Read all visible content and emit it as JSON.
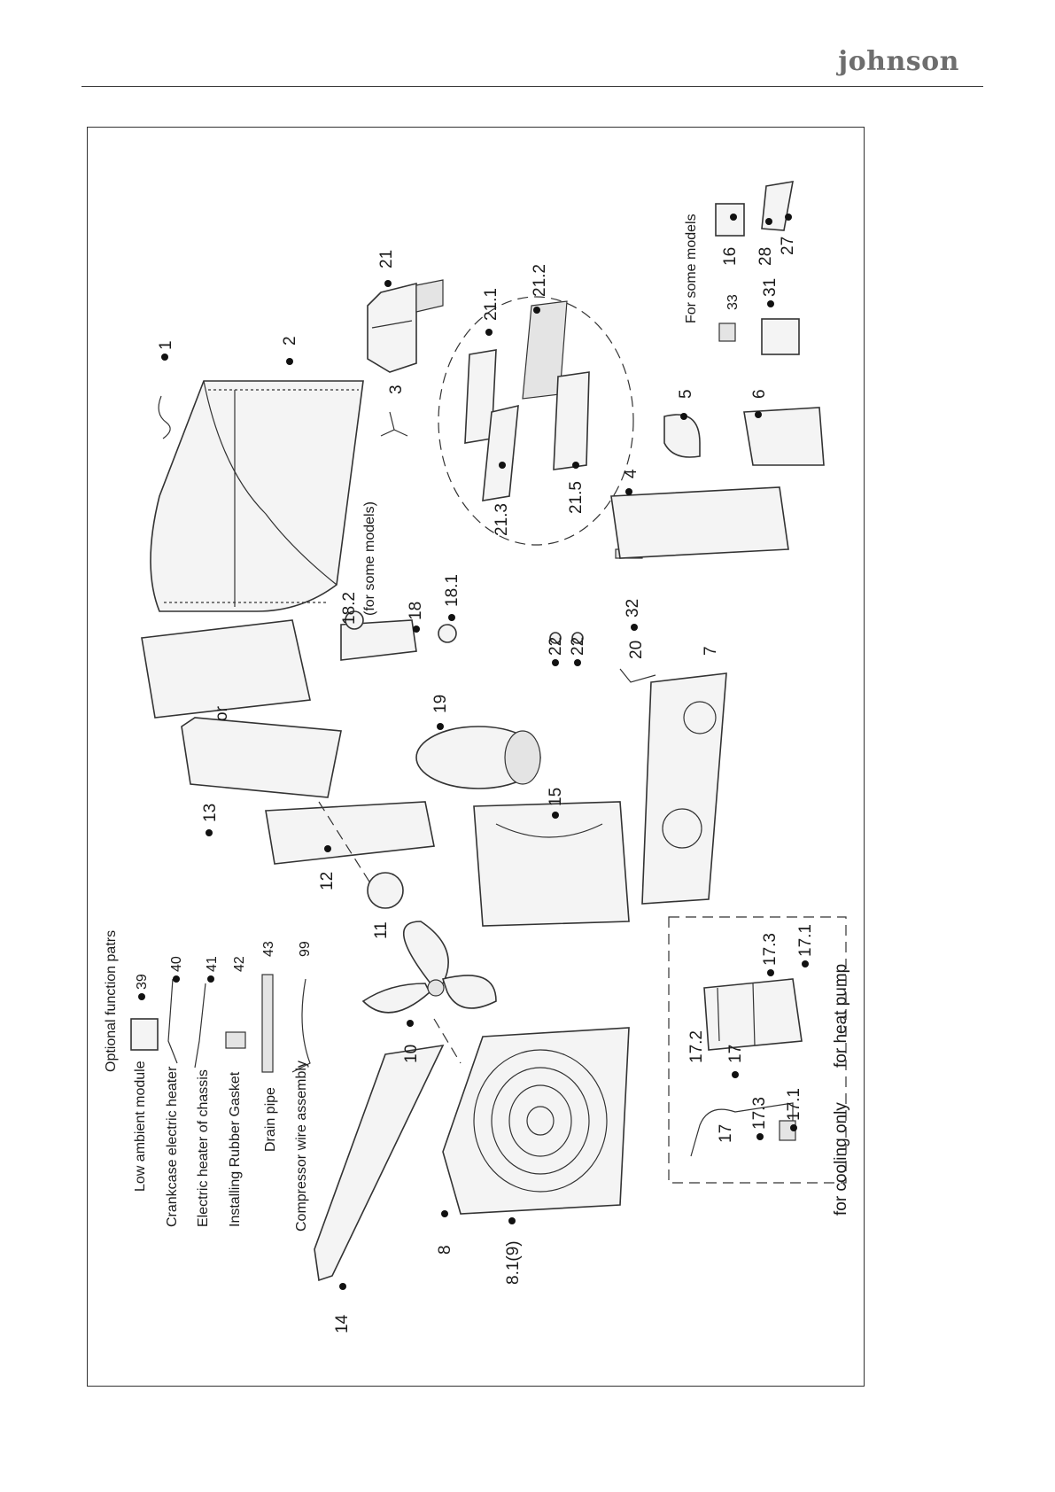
{
  "header": {
    "brand": "johnson"
  },
  "labels": {
    "p1": "1",
    "p2": "2",
    "p3": "3",
    "p4": "4",
    "p5": "5",
    "p6": "6",
    "p7": "7",
    "p8": "8",
    "p8_1": "8.1(9)",
    "p10": "10",
    "p11": "11",
    "p12": "12",
    "p13": "13",
    "p14": "14",
    "p15": "15",
    "p16": "16",
    "p17a": "17",
    "p17b": "17",
    "p17_1a": "17.1",
    "p17_1b": "17.1",
    "p17_2": "17.2",
    "p17_3a": "17.3",
    "p17_3b": "17.3",
    "p18": "18",
    "p18_1": "18.1",
    "p18_2": "18.2",
    "p19": "19",
    "p20": "20",
    "p21": "21",
    "p21_1": "21.1",
    "p21_2": "21.2",
    "p21_3": "21.3",
    "p21_5": "21.5",
    "p22a": "22",
    "p22b": "22",
    "p27": "27",
    "p28": "28",
    "p31": "31",
    "p32": "32",
    "p33": "33",
    "p39": "39",
    "p40": "40",
    "p41": "41",
    "p42": "42",
    "p43": "43",
    "p99": "99",
    "or": "or",
    "for_some_models_paren": "(for some models)",
    "for_some_models": "For some models",
    "optional_title": "Optional function patrs",
    "low_ambient": "Low ambient module",
    "crankcase": "Crankcase electric heater",
    "chassis_heater": "Electric heater of chassis",
    "rubber_gasket": "Installing Rubber Gasket",
    "drain_pipe": "Drain pipe",
    "compressor_wire": "Compressor wire assembly",
    "cooling_only": "for cooling only",
    "heat_pump": "for heat pump"
  }
}
